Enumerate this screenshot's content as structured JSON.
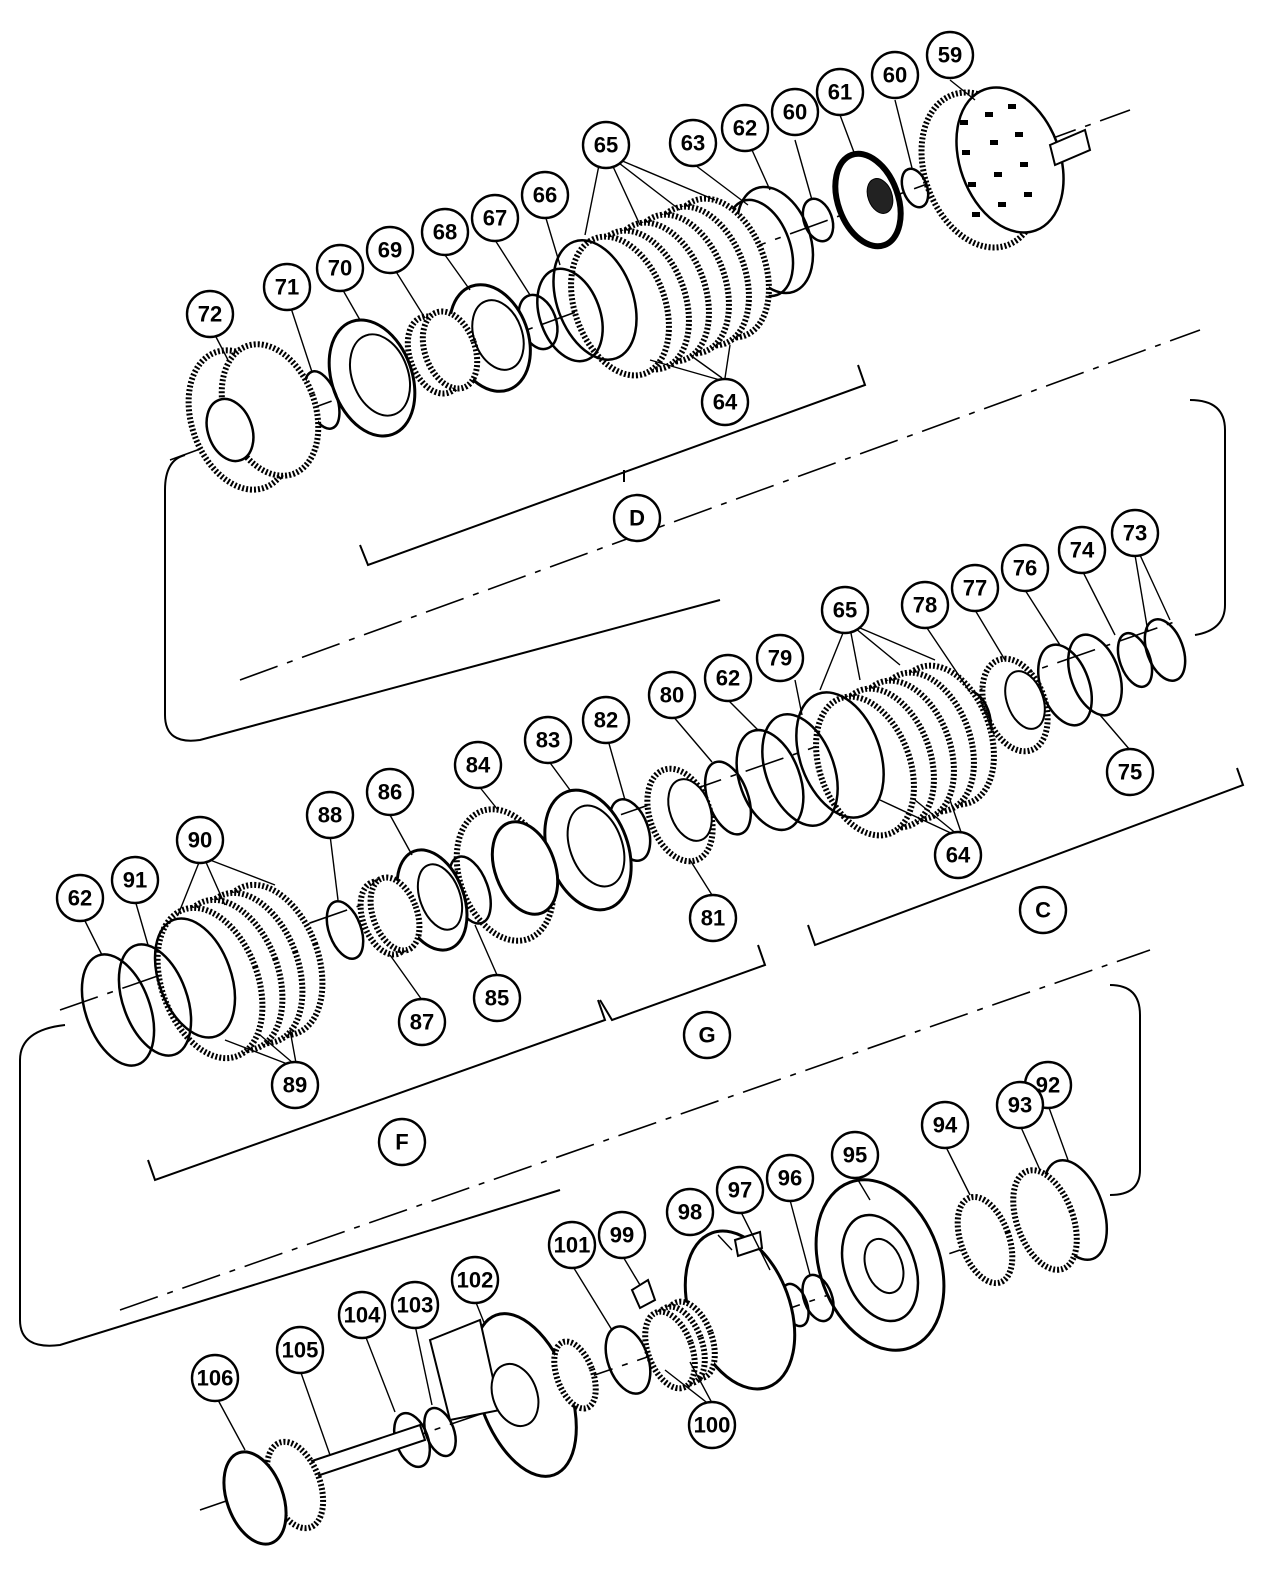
{
  "callouts": [
    {
      "id": "c59",
      "label": "59"
    },
    {
      "id": "c60a",
      "label": "60"
    },
    {
      "id": "c61",
      "label": "61"
    },
    {
      "id": "c60b",
      "label": "60"
    },
    {
      "id": "c62a",
      "label": "62"
    },
    {
      "id": "c63",
      "label": "63"
    },
    {
      "id": "c65a",
      "label": "65"
    },
    {
      "id": "c66",
      "label": "66"
    },
    {
      "id": "c67",
      "label": "67"
    },
    {
      "id": "c68",
      "label": "68"
    },
    {
      "id": "c69",
      "label": "69"
    },
    {
      "id": "c70",
      "label": "70"
    },
    {
      "id": "c71",
      "label": "71"
    },
    {
      "id": "c72",
      "label": "72"
    },
    {
      "id": "c64a",
      "label": "64"
    },
    {
      "id": "c73",
      "label": "73"
    },
    {
      "id": "c74",
      "label": "74"
    },
    {
      "id": "c76",
      "label": "76"
    },
    {
      "id": "c77",
      "label": "77"
    },
    {
      "id": "c78",
      "label": "78"
    },
    {
      "id": "c65b",
      "label": "65"
    },
    {
      "id": "c79",
      "label": "79"
    },
    {
      "id": "c62b",
      "label": "62"
    },
    {
      "id": "c80",
      "label": "80"
    },
    {
      "id": "c82",
      "label": "82"
    },
    {
      "id": "c83",
      "label": "83"
    },
    {
      "id": "c84",
      "label": "84"
    },
    {
      "id": "c86",
      "label": "86"
    },
    {
      "id": "c88",
      "label": "88"
    },
    {
      "id": "c90",
      "label": "90"
    },
    {
      "id": "c91",
      "label": "91"
    },
    {
      "id": "c62c",
      "label": "62"
    },
    {
      "id": "c75",
      "label": "75"
    },
    {
      "id": "c64b",
      "label": "64"
    },
    {
      "id": "c81",
      "label": "81"
    },
    {
      "id": "c85",
      "label": "85"
    },
    {
      "id": "c87",
      "label": "87"
    },
    {
      "id": "c89",
      "label": "89"
    },
    {
      "id": "c92",
      "label": "92"
    },
    {
      "id": "c93",
      "label": "93"
    },
    {
      "id": "c94",
      "label": "94"
    },
    {
      "id": "c95",
      "label": "95"
    },
    {
      "id": "c96",
      "label": "96"
    },
    {
      "id": "c97",
      "label": "97"
    },
    {
      "id": "c98",
      "label": "98"
    },
    {
      "id": "c99",
      "label": "99"
    },
    {
      "id": "c101",
      "label": "101"
    },
    {
      "id": "c102",
      "label": "102"
    },
    {
      "id": "c103",
      "label": "103"
    },
    {
      "id": "c104",
      "label": "104"
    },
    {
      "id": "c105",
      "label": "105"
    },
    {
      "id": "c106",
      "label": "106"
    },
    {
      "id": "c100",
      "label": "100"
    }
  ],
  "groups": [
    {
      "id": "gD",
      "label": "D"
    },
    {
      "id": "gC",
      "label": "C"
    },
    {
      "id": "gG",
      "label": "G"
    },
    {
      "id": "gF",
      "label": "F"
    }
  ]
}
